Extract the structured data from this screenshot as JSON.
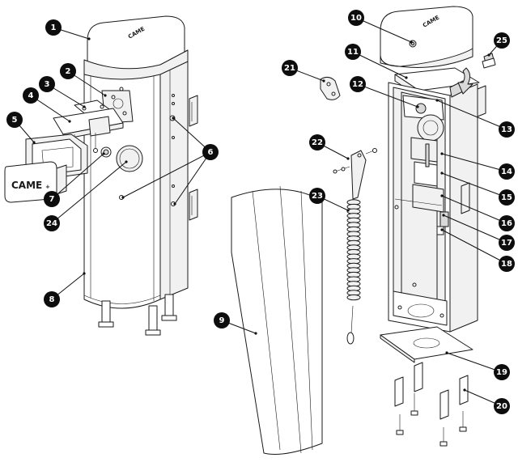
{
  "brand": {
    "logo_text": "CAME"
  },
  "callouts": [
    {
      "id": "1",
      "label": "1"
    },
    {
      "id": "2",
      "label": "2"
    },
    {
      "id": "3",
      "label": "3"
    },
    {
      "id": "4",
      "label": "4"
    },
    {
      "id": "5",
      "label": "5"
    },
    {
      "id": "6",
      "label": "6"
    },
    {
      "id": "7",
      "label": "7"
    },
    {
      "id": "8",
      "label": "8"
    },
    {
      "id": "9",
      "label": "9"
    },
    {
      "id": "10",
      "label": "10"
    },
    {
      "id": "11",
      "label": "11"
    },
    {
      "id": "12",
      "label": "12"
    },
    {
      "id": "13",
      "label": "13"
    },
    {
      "id": "14",
      "label": "14"
    },
    {
      "id": "15",
      "label": "15"
    },
    {
      "id": "16",
      "label": "16"
    },
    {
      "id": "17",
      "label": "17"
    },
    {
      "id": "18",
      "label": "18"
    },
    {
      "id": "19",
      "label": "19"
    },
    {
      "id": "20",
      "label": "20"
    },
    {
      "id": "21",
      "label": "21"
    },
    {
      "id": "22",
      "label": "22"
    },
    {
      "id": "23",
      "label": "23"
    },
    {
      "id": "24",
      "label": "24"
    },
    {
      "id": "25",
      "label": "25"
    }
  ]
}
